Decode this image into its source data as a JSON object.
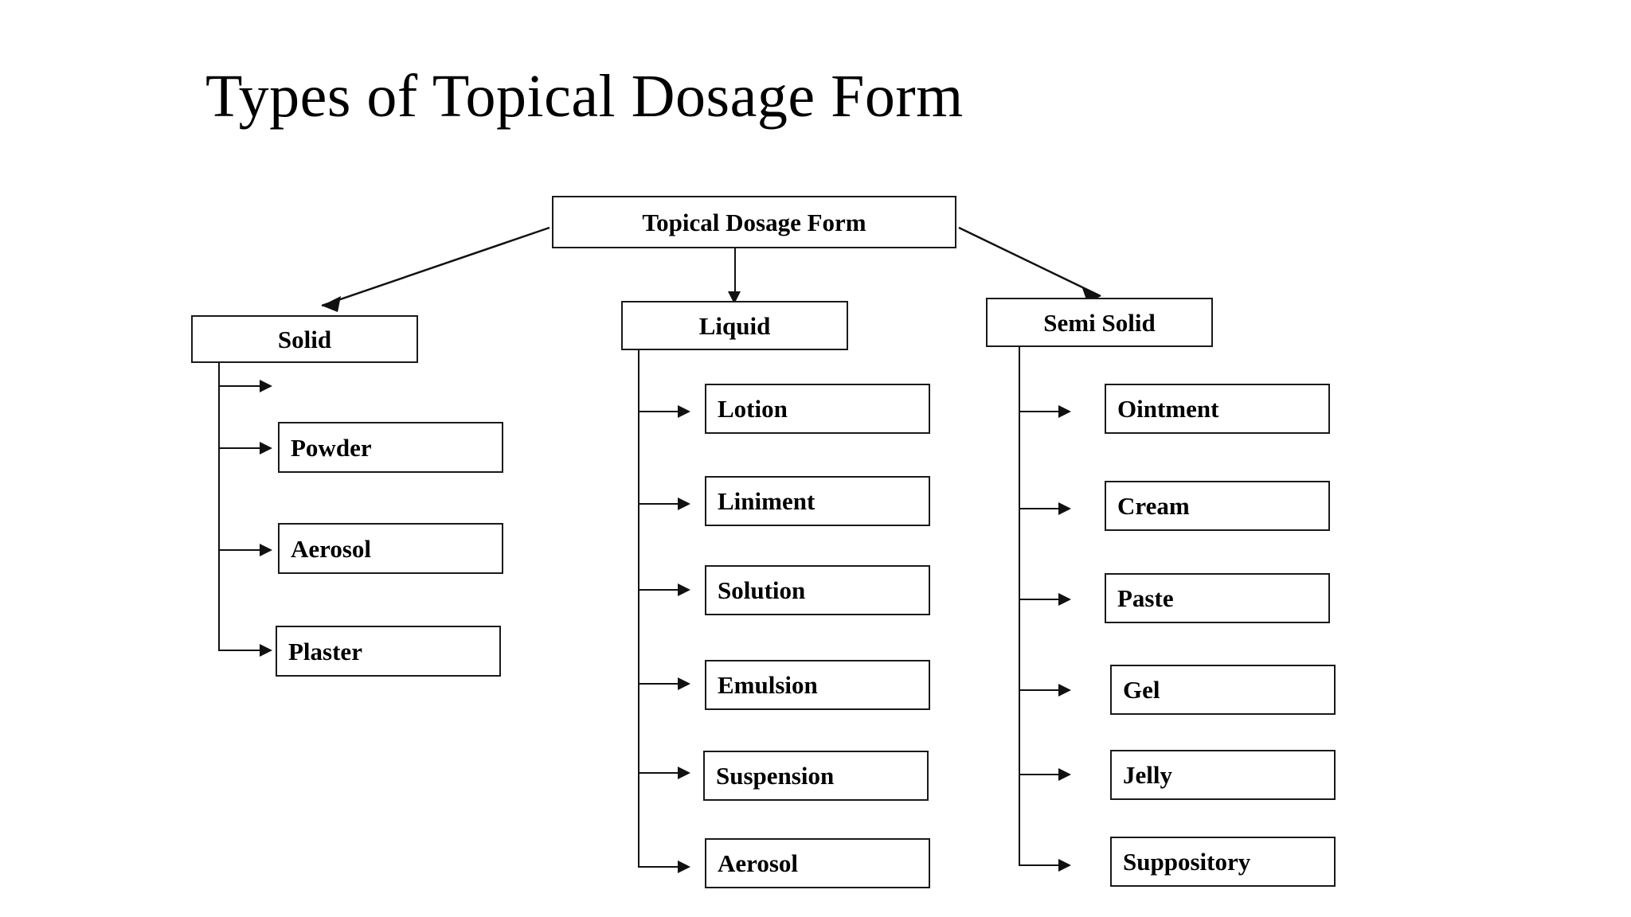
{
  "slide": {
    "title": "Types of Topical Dosage Form",
    "background_color": "#ffffff",
    "line_color": "#111111",
    "text_color": "#000000"
  },
  "diagram": {
    "root": {
      "label": "Topical Dosage Form"
    },
    "branches": [
      {
        "id": "solid",
        "label": "Solid",
        "children": [
          {
            "label": ""
          },
          {
            "label": "Powder"
          },
          {
            "label": "Aerosol"
          },
          {
            "label": "Plaster"
          }
        ]
      },
      {
        "id": "liquid",
        "label": "Liquid",
        "children": [
          {
            "label": "Lotion"
          },
          {
            "label": "Liniment"
          },
          {
            "label": "Solution"
          },
          {
            "label": "Emulsion"
          },
          {
            "label": "Suspension"
          },
          {
            "label": "Aerosol"
          }
        ]
      },
      {
        "id": "semi-solid",
        "label": "Semi Solid",
        "children": [
          {
            "label": "Ointment"
          },
          {
            "label": "Cream"
          },
          {
            "label": "Paste"
          },
          {
            "label": "Gel"
          },
          {
            "label": "Jelly"
          },
          {
            "label": "Suppository"
          }
        ]
      }
    ]
  }
}
